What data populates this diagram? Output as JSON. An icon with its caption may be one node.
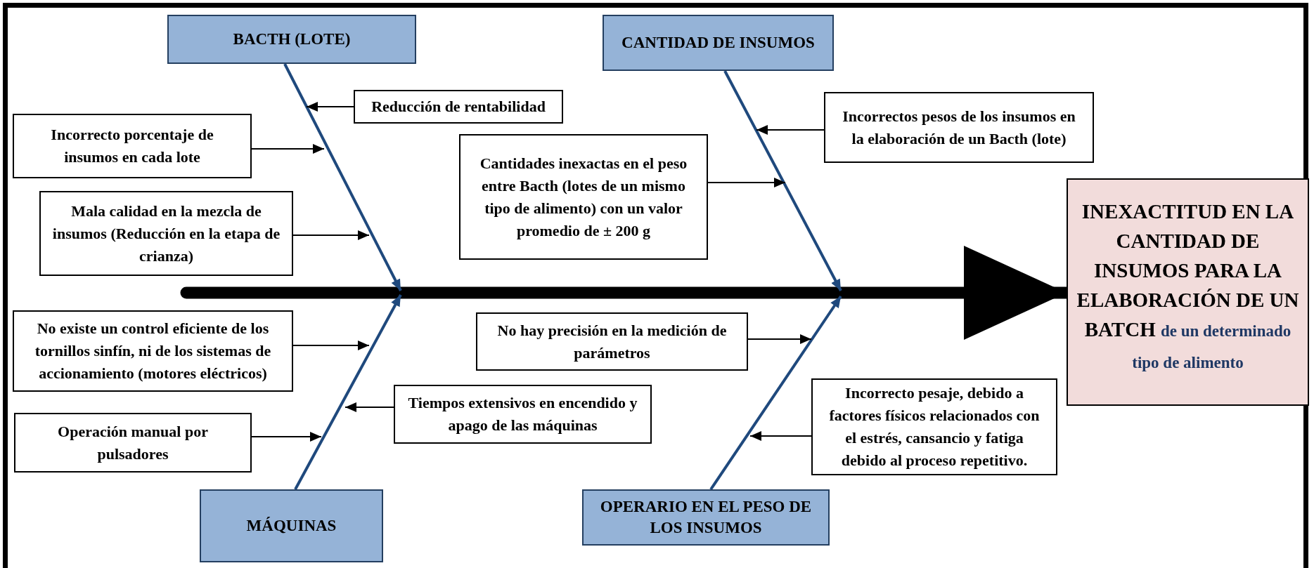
{
  "diagram": {
    "nodes": [
      {
        "text": [
          "BACTH (LOTE)"
        ]
      },
      {
        "text": [
          "CANTIDAD DE INSUMOS"
        ]
      },
      {
        "text": [
          "Reducción de rentabilidad"
        ]
      },
      {
        "text": [
          "Incorrecto porcentaje de insumos en cada lote"
        ]
      },
      {
        "text": [
          "Incorrectos pesos de los insumos  en la elaboración de un Bacth (lote)"
        ]
      },
      {
        "text": [
          "Cantidades inexactas en el peso entre Bacth (lotes de un mismo tipo de alimento) con un valor promedio de ± 200 g"
        ]
      },
      {
        "text": [
          "Mala calidad en la mezcla de insumos (Reducción en la etapa de crianza)"
        ]
      },
      {
        "text": [
          "INEXACTITUD EN LA CANTIDAD DE INSUMOS PARA LA ELABORACIÓN DE UN BATCH",
          "de un determinado tipo de alimento"
        ]
      },
      {
        "text": [
          "No existe un control eficiente de los tornillos sinfín, ni de los sistemas de accionamiento (motores eléctricos)"
        ]
      },
      {
        "text": [
          "No hay precisión en la medición de parámetros"
        ]
      },
      {
        "text": [
          "Incorrecto pesaje, debido a factores físicos relacionados con el estrés, cansancio y fatiga debido al proceso repetitivo."
        ]
      },
      {
        "text": [
          "Tiempos extensivos en encendido y apago de las máquinas"
        ]
      },
      {
        "text": [
          "Operación manual por pulsadores"
        ]
      },
      {
        "text": [
          "MÁQUINAS"
        ]
      },
      {
        "text": [
          "OPERARIO EN EL PESO DE LOS INSUMOS"
        ]
      }
    ],
    "edges": [
      {
        "from": null,
        "to": 7,
        "arrow": "to",
        "style": "thick"
      },
      {
        "from": 0,
        "to": null,
        "arrow": "to",
        "color": "#1f497d"
      },
      {
        "from": 1,
        "to": null,
        "arrow": "to",
        "color": "#1f497d"
      },
      {
        "from": 13,
        "to": null,
        "arrow": "to",
        "color": "#1f497d"
      },
      {
        "from": 14,
        "to": null,
        "arrow": "to",
        "color": "#1f497d"
      },
      {
        "from": 2,
        "to": null,
        "arrow": "to"
      },
      {
        "from": 3,
        "to": null,
        "arrow": "to"
      },
      {
        "from": 4,
        "to": null,
        "arrow": "to"
      },
      {
        "from": 5,
        "to": null,
        "arrow": "to"
      },
      {
        "from": 6,
        "to": null,
        "arrow": "to"
      },
      {
        "from": 8,
        "to": null,
        "arrow": "to"
      },
      {
        "from": 9,
        "to": null,
        "arrow": "to"
      },
      {
        "from": 10,
        "to": null,
        "arrow": "to"
      },
      {
        "from": 11,
        "to": null,
        "arrow": "to"
      },
      {
        "from": 12,
        "to": null,
        "arrow": "to"
      }
    ]
  }
}
